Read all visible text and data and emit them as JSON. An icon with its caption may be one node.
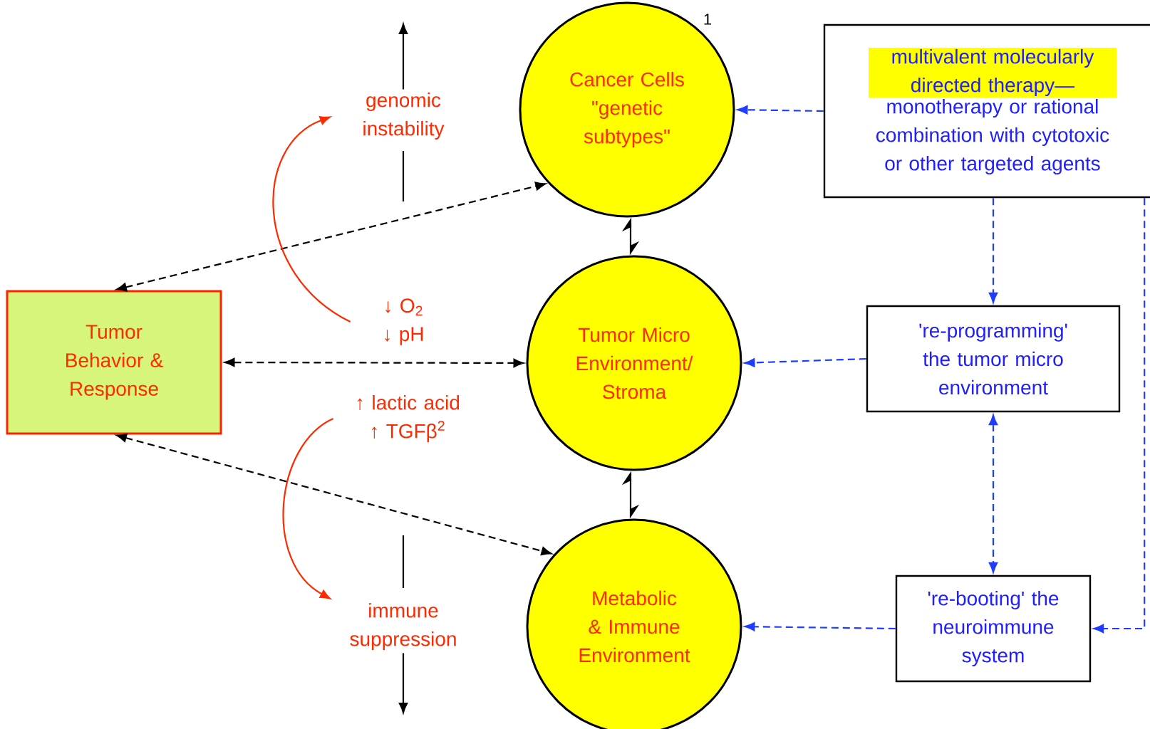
{
  "diagram": {
    "nodes": [
      {
        "text": [
          "Tumor Behavior & Response"
        ]
      },
      {
        "text": [
          "Cancer Cells \"genetic subtypes\""
        ],
        "beside": [
          "1"
        ]
      },
      {
        "text": [
          "Tumor Micro Environment/ Stroma"
        ]
      },
      {
        "text": [
          "Metabolic & Immune Environment"
        ]
      },
      {
        "text": [
          "multivalent molecularly directed therapy—",
          "monotherapy or rational combination with cytotoxic or other targeted agents"
        ]
      },
      {
        "text": [
          "'re-programming' the tumor micro environment"
        ]
      },
      {
        "text": [
          "'re-booting' the neuroimmune system"
        ]
      },
      {
        "text": [
          "genomic instability"
        ]
      },
      {
        "text": [
          "immune suppression"
        ]
      },
      {
        "text": [
          "↓ O$_{2}$",
          "↓ pH"
        ]
      },
      {
        "text": [
          "↑ lactic acid",
          "↑ TGFβ$^{2}$"
        ]
      }
    ],
    "edges": [
      {
        "from": 0,
        "to": 1,
        "arrow": "both",
        "style": "dashed"
      },
      {
        "from": 0,
        "to": 2,
        "arrow": "both",
        "style": "dashed"
      },
      {
        "from": 0,
        "to": 3,
        "arrow": "both",
        "style": "dashed"
      },
      {
        "from": 1,
        "to": 2,
        "arrow": "both"
      },
      {
        "from": 2,
        "to": 3,
        "arrow": "both"
      },
      {
        "from": 4,
        "to": 1,
        "arrow": "to",
        "style": "dashed",
        "color": "#1f3cff"
      },
      {
        "from": 4,
        "to": 5,
        "arrow": "to",
        "style": "dashed",
        "color": "#1f3cff"
      },
      {
        "from": 5,
        "to": 2,
        "arrow": "to",
        "style": "dashed",
        "color": "#1f3cff"
      },
      {
        "from": 5,
        "to": 6,
        "arrow": "both",
        "style": "dashed",
        "color": "#1f3cff"
      },
      {
        "from": 6,
        "to": 3,
        "arrow": "to",
        "style": "dashed",
        "color": "#1f3cff"
      },
      {
        "from": 4,
        "to": 6,
        "arrow": "to",
        "style": "dashed",
        "color": "#1f3cff"
      },
      {
        "from": 9,
        "to": 7,
        "arrow": "to",
        "color": "#ff2a00"
      },
      {
        "from": 10,
        "to": 8,
        "arrow": "to",
        "color": "#ff2a00"
      },
      {
        "from": 7,
        "to": null,
        "arrow": "to"
      },
      {
        "from": 8,
        "to": null,
        "arrow": "to"
      }
    ]
  }
}
